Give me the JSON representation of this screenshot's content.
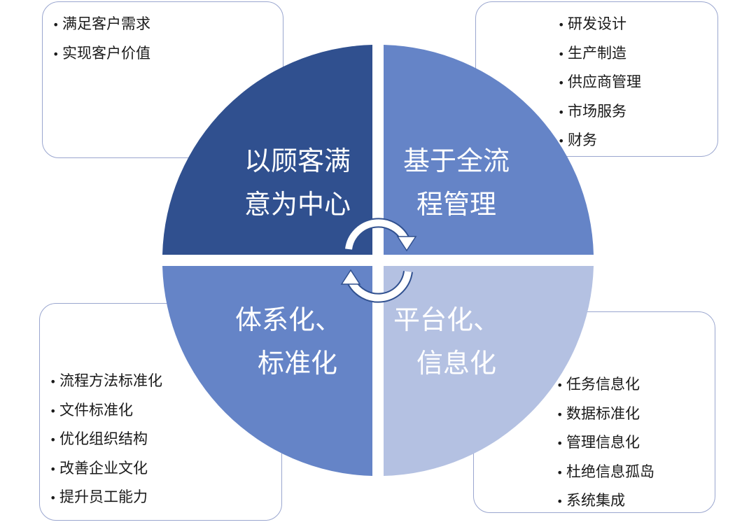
{
  "quadrants": {
    "tl": {
      "line1": "以顾客满",
      "line2": "意为中心",
      "color": "#30508f"
    },
    "tr": {
      "line1": "基于全流",
      "line2": "程管理",
      "color": "#6584c7"
    },
    "bl": {
      "line1": "体系化、",
      "line2": "标准化",
      "color": "#6584c7"
    },
    "br": {
      "line1": "平台化、",
      "line2": "信息化",
      "color": "#b4c1e2"
    }
  },
  "boxes": {
    "top_left": [
      "满足客户需求",
      "实现客户价值"
    ],
    "top_right": [
      "研发设计",
      "生产制造",
      "供应商管理",
      "市场服务",
      "财务"
    ],
    "bottom_left": [
      "流程方法标准化",
      "文件标准化",
      "优化组织结构",
      "改善企业文化",
      "提升员工能力"
    ],
    "bottom_right": [
      "任务信息化",
      "数据标准化",
      "管理信息化",
      "杜绝信息孤岛",
      "系统集成"
    ]
  },
  "colors": {
    "box_border": "#9aa6cf",
    "arrow": "#ffffff"
  },
  "icons": [
    "cycle-arrow-top-icon",
    "cycle-arrow-bottom-icon"
  ]
}
